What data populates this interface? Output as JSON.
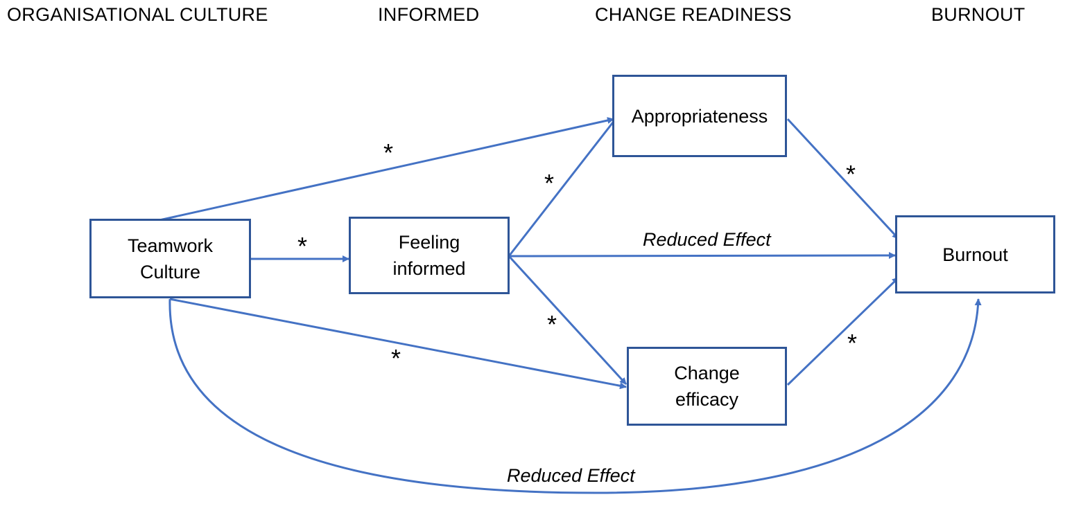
{
  "headers": {
    "col1": "ORGANISATIONAL CULTURE",
    "col2": "INFORMED",
    "col3": "CHANGE READINESS",
    "col4": "BURNOUT"
  },
  "nodes": {
    "teamwork": {
      "line1": "Teamwork",
      "line2": "Culture"
    },
    "informed": {
      "line1": "Feeling",
      "line2": "informed"
    },
    "appropriateness": {
      "line1": "Appropriateness"
    },
    "efficacy": {
      "line1": "Change",
      "line2": "efficacy"
    },
    "burnout": {
      "line1": "Burnout"
    }
  },
  "edge_labels": {
    "significant_marker": "*",
    "reduced_effect_direct": "Reduced Effect",
    "reduced_effect_total": "Reduced Effect"
  },
  "colors": {
    "arrow": "#4472c4",
    "box_border": "#2e5597"
  }
}
